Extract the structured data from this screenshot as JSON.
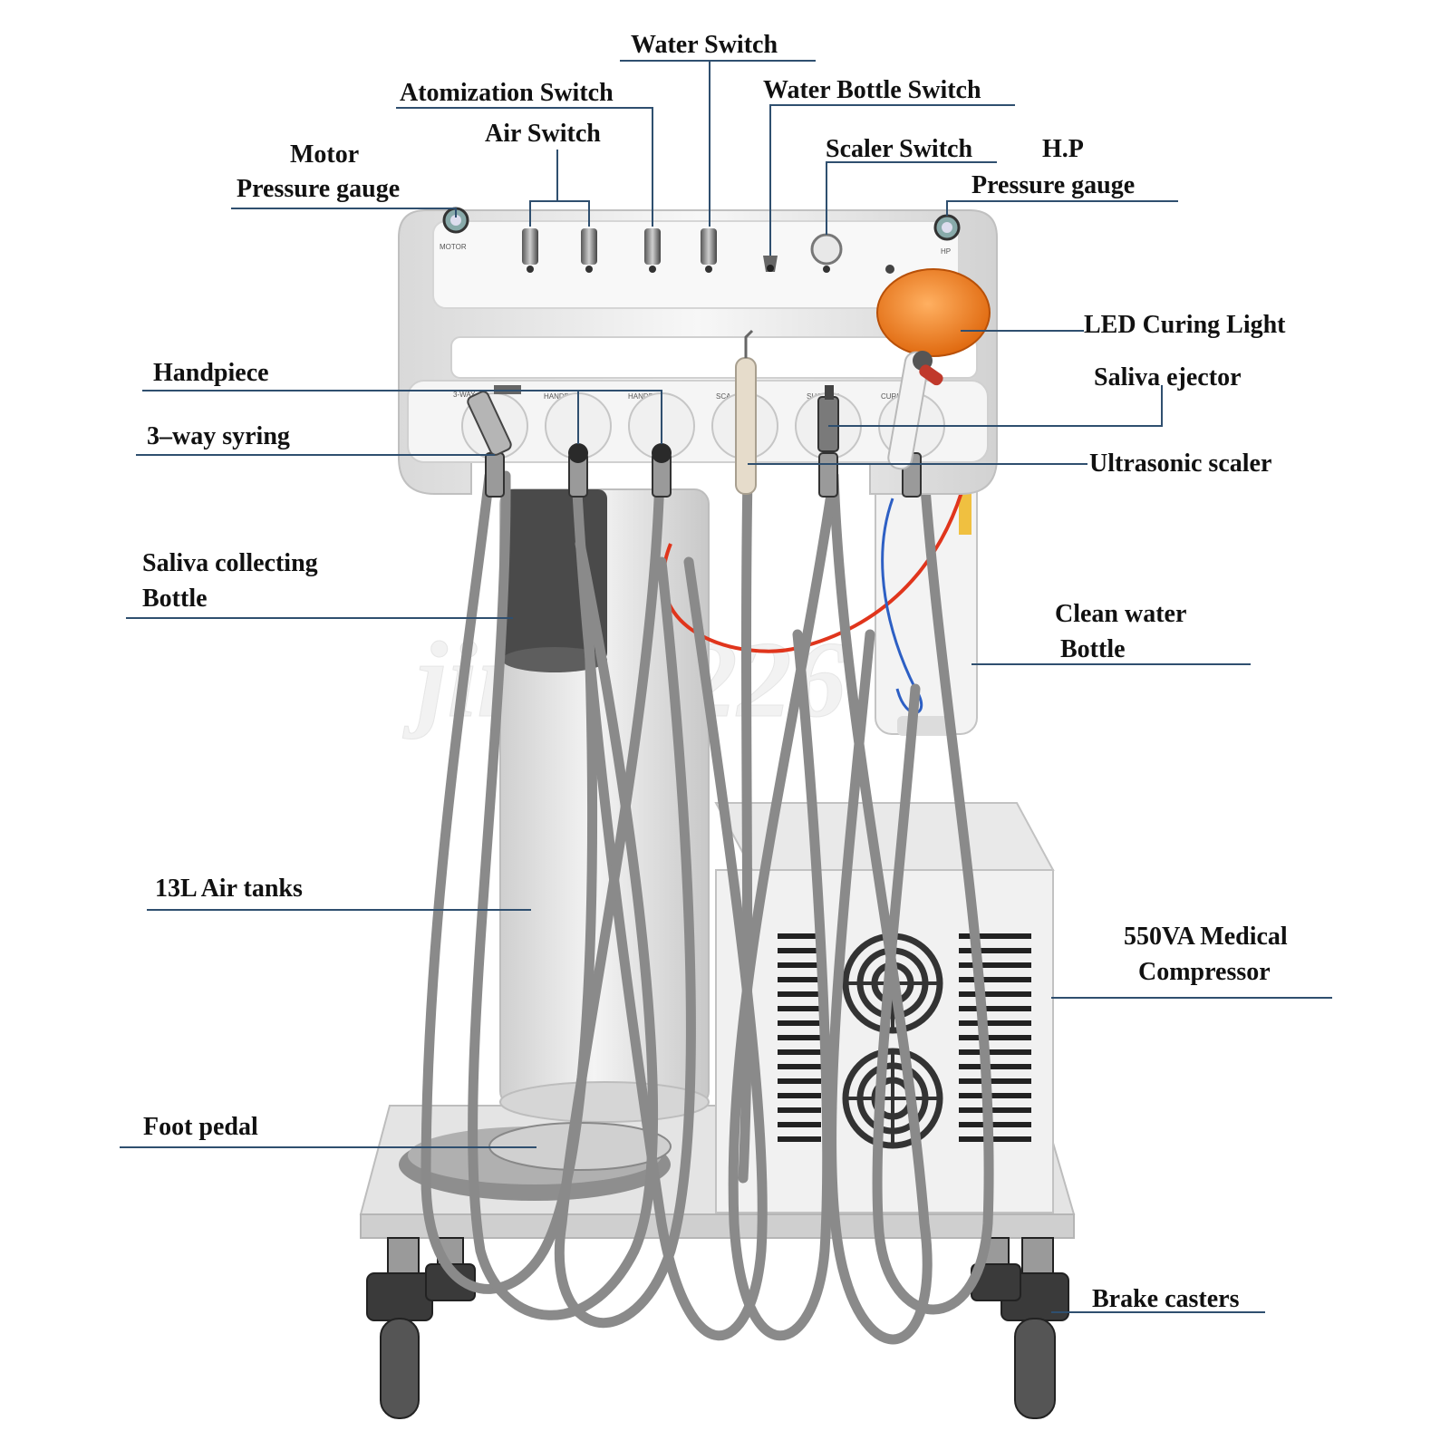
{
  "labels": {
    "water_switch": "Water Switch",
    "atomization_switch": "Atomization Switch",
    "air_switch": "Air Switch",
    "water_bottle_switch": "Water Bottle Switch",
    "scaler_switch": "Scaler Switch",
    "hp_line1": "H.P",
    "hp_line2": "Pressure gauge",
    "motor_line1": "Motor",
    "motor_line2": "Pressure gauge",
    "led_curing_light": "LED Curing Light",
    "handpiece": "Handpiece",
    "saliva_ejector": "Saliva ejector",
    "three_way_syringe": "3–way syring",
    "ultrasonic_scaler": "Ultrasonic scaler",
    "saliva_bottle_line1": "Saliva collecting",
    "saliva_bottle_line2": "Bottle",
    "clean_water_line1": "Clean water",
    "clean_water_line2": "Bottle",
    "air_tanks": "13L Air tanks",
    "compressor_line1": "550VA   Medical",
    "compressor_line2": "Compressor",
    "foot_pedal": "Foot pedal",
    "brake_casters": "Brake casters"
  },
  "panel_text": {
    "motor": "MOTOR",
    "hp": "HP",
    "handpiece_a": "HANDPIECE",
    "handpiece_b": "HANDPIECE",
    "three_way": "3-WAY",
    "scaler": "SCA",
    "suction": "SUCTION",
    "curing": "CURI"
  },
  "watermark": "jinlan226",
  "colors": {
    "text": "#111111",
    "leader": "#2f4f6f",
    "hose": "#8c8c8c",
    "body": "#eeeeee",
    "curing_light": "#e8731a",
    "red_tube": "#e0351c",
    "blue_tube": "#2d5fc4"
  }
}
